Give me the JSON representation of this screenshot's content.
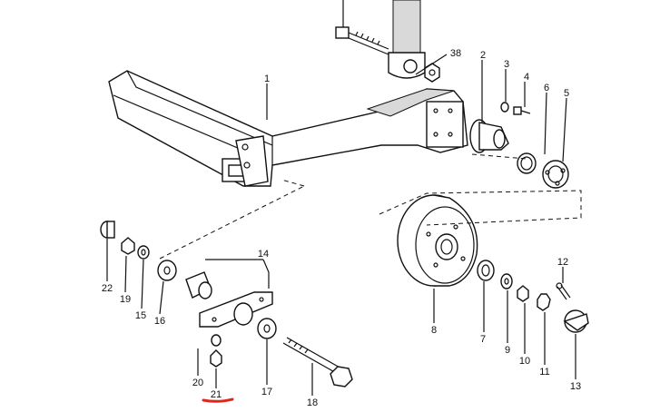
{
  "callouts": [
    {
      "id": "1",
      "label": "1"
    },
    {
      "id": "2",
      "label": "2"
    },
    {
      "id": "3",
      "label": "3"
    },
    {
      "id": "4",
      "label": "4"
    },
    {
      "id": "5",
      "label": "5"
    },
    {
      "id": "6",
      "label": "6"
    },
    {
      "id": "7",
      "label": "7"
    },
    {
      "id": "8",
      "label": "8"
    },
    {
      "id": "9",
      "label": "9"
    },
    {
      "id": "10",
      "label": "10"
    },
    {
      "id": "11",
      "label": "11"
    },
    {
      "id": "12",
      "label": "12"
    },
    {
      "id": "13",
      "label": "13"
    },
    {
      "id": "14",
      "label": "14"
    },
    {
      "id": "15",
      "label": "15"
    },
    {
      "id": "16",
      "label": "16"
    },
    {
      "id": "17",
      "label": "17"
    },
    {
      "id": "18",
      "label": "18"
    },
    {
      "id": "19",
      "label": "19"
    },
    {
      "id": "20",
      "label": "20"
    },
    {
      "id": "21",
      "label": "21"
    },
    {
      "id": "22",
      "label": "22"
    },
    {
      "id": "38",
      "label": "38"
    }
  ],
  "highlight": {
    "callout": "21",
    "color": "#e0251b"
  },
  "colors": {
    "ink": "#111111",
    "background": "#ffffff",
    "shade": "#d9d9d9"
  }
}
